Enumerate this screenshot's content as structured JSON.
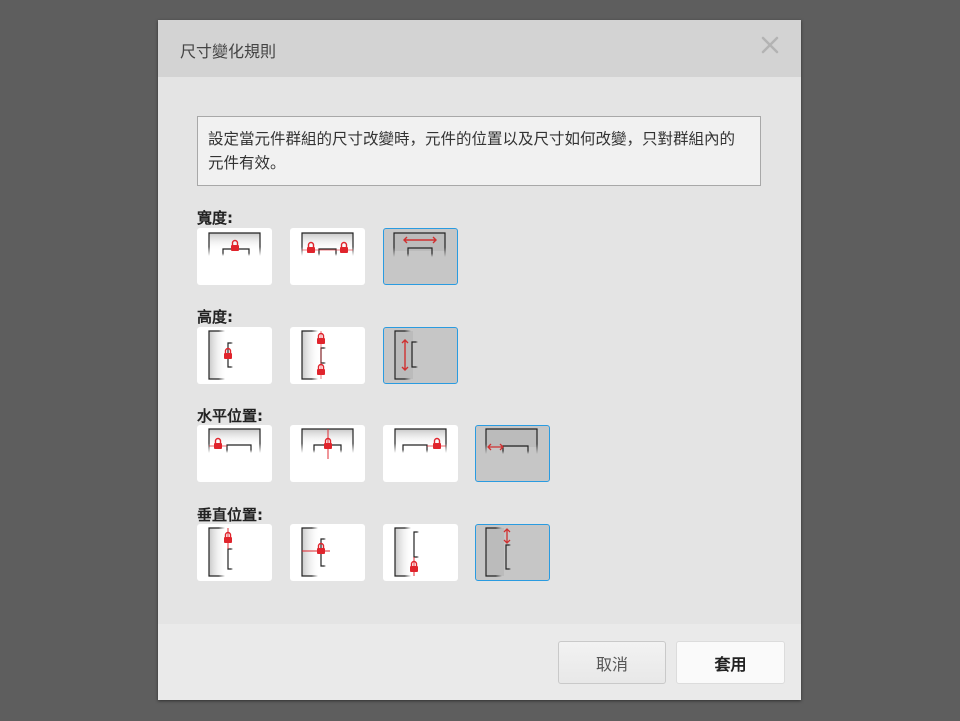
{
  "dialog": {
    "title": "尺寸變化規則",
    "close_icon": "close-icon",
    "description": "設定當元件群組的尺寸改變時，元件的位置以及尺寸如何改變，只對群組內的元件有效。"
  },
  "sections": [
    {
      "label": "寬度:",
      "options": [
        {
          "name": "lock-left-width",
          "icon": "width-lock-center-icon",
          "selected": false
        },
        {
          "name": "lock-both-width",
          "icon": "width-lock-both-icon",
          "selected": false
        },
        {
          "name": "scale-width",
          "icon": "width-stretch-icon",
          "selected": true
        }
      ]
    },
    {
      "label": "高度:",
      "options": [
        {
          "name": "lock-height",
          "icon": "height-lock-center-icon",
          "selected": false
        },
        {
          "name": "lock-both-height",
          "icon": "height-lock-both-icon",
          "selected": false
        },
        {
          "name": "scale-height",
          "icon": "height-stretch-icon",
          "selected": true
        }
      ]
    },
    {
      "label": "水平位置:",
      "options": [
        {
          "name": "anchor-left",
          "icon": "h-anchor-left-icon",
          "selected": false
        },
        {
          "name": "anchor-center",
          "icon": "h-anchor-center-icon",
          "selected": false
        },
        {
          "name": "anchor-right",
          "icon": "h-anchor-right-icon",
          "selected": false
        },
        {
          "name": "scale-horizontal",
          "icon": "h-stretch-icon",
          "selected": true
        }
      ]
    },
    {
      "label": "垂直位置:",
      "options": [
        {
          "name": "anchor-top",
          "icon": "v-anchor-top-icon",
          "selected": false
        },
        {
          "name": "anchor-middle",
          "icon": "v-anchor-middle-icon",
          "selected": false
        },
        {
          "name": "anchor-bottom",
          "icon": "v-anchor-bottom-icon",
          "selected": false
        },
        {
          "name": "scale-vertical",
          "icon": "v-stretch-icon",
          "selected": true
        }
      ]
    }
  ],
  "footer": {
    "cancel_label": "取消",
    "apply_label": "套用"
  },
  "colors": {
    "accent_border": "#2a9be0",
    "lock_red": "#e0242c",
    "selected_bg": "#c6c6c6"
  }
}
